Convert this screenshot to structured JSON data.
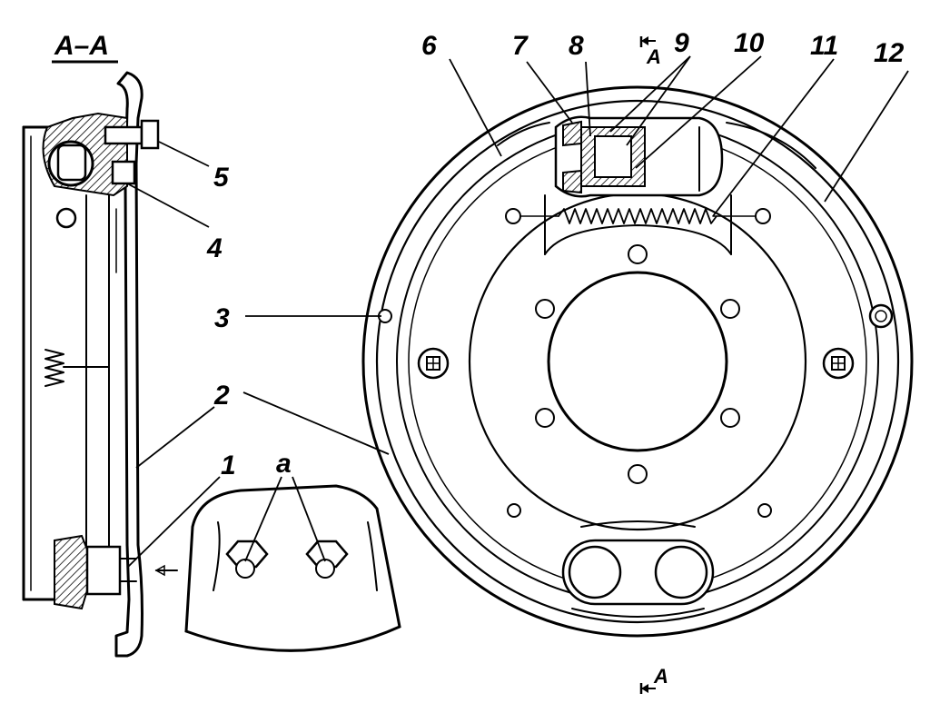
{
  "section_title": "A–A",
  "section_mark": "A",
  "callouts": [
    {
      "id": "c1",
      "text": "1"
    },
    {
      "id": "c2a",
      "text": "2"
    },
    {
      "id": "c3",
      "text": "3"
    },
    {
      "id": "c4",
      "text": "4"
    },
    {
      "id": "c5",
      "text": "5"
    },
    {
      "id": "c6",
      "text": "6"
    },
    {
      "id": "c7",
      "text": "7"
    },
    {
      "id": "c8",
      "text": "8"
    },
    {
      "id": "c9",
      "text": "9"
    },
    {
      "id": "c10",
      "text": "10"
    },
    {
      "id": "c11",
      "text": "11"
    },
    {
      "id": "c12",
      "text": "12"
    },
    {
      "id": "ca",
      "text": "a"
    }
  ]
}
